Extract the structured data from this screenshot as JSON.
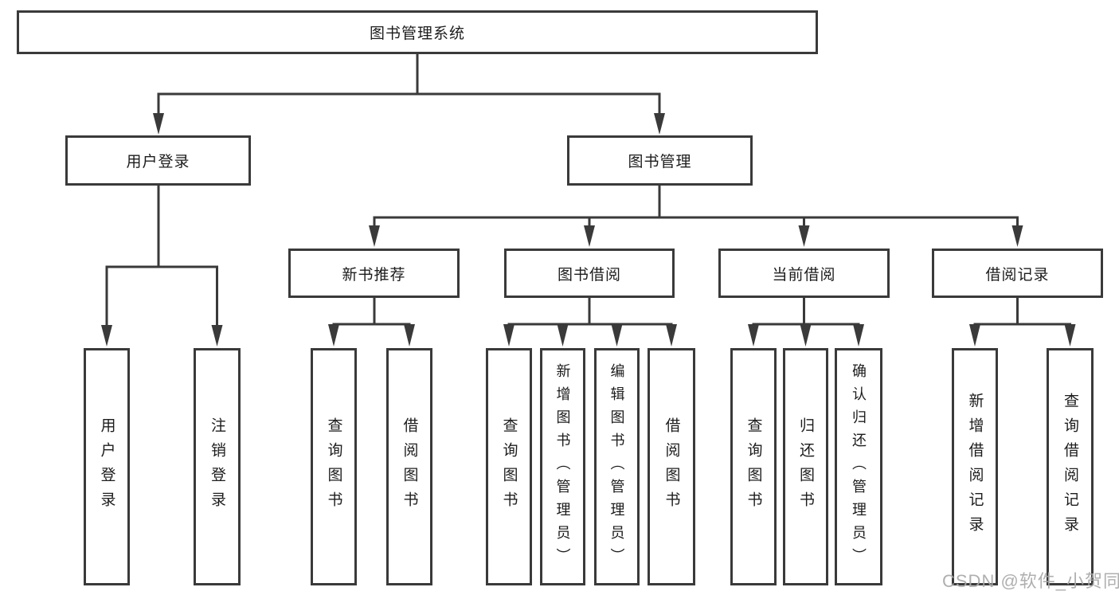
{
  "diagram": {
    "type": "hierarchy-tree",
    "nodes": {
      "root": {
        "label": "图书管理系统"
      },
      "user_login_group": {
        "label": "用户登录"
      },
      "book_mgmt": {
        "label": "图书管理"
      },
      "new_book_rec": {
        "label": "新书推荐"
      },
      "book_borrow": {
        "label": "图书借阅"
      },
      "current_borrow": {
        "label": "当前借阅"
      },
      "borrow_record": {
        "label": "借阅记录"
      },
      "user_login": {
        "label": "用户登录"
      },
      "logout": {
        "label": "注销登录"
      },
      "nb_query_book": {
        "label": "查询图书"
      },
      "nb_borrow_book": {
        "label": "借阅图书"
      },
      "bb_query_book": {
        "label": "查询图书"
      },
      "bb_add_book": {
        "label": "新增图书（管理员）"
      },
      "bb_edit_book": {
        "label": "编辑图书（管理员）"
      },
      "bb_borrow_book": {
        "label": "借阅图书"
      },
      "cb_query_book": {
        "label": "查询图书"
      },
      "cb_return_book": {
        "label": "归还图书"
      },
      "cb_confirm_return": {
        "label": "确认归还（管理员）"
      },
      "br_add_record": {
        "label": "新增借阅记录"
      },
      "br_query_record": {
        "label": "查询借阅记录"
      }
    },
    "edges": [
      {
        "from": "root",
        "to": "user_login_group"
      },
      {
        "from": "root",
        "to": "book_mgmt"
      },
      {
        "from": "user_login_group",
        "to": "user_login"
      },
      {
        "from": "user_login_group",
        "to": "logout"
      },
      {
        "from": "book_mgmt",
        "to": "new_book_rec"
      },
      {
        "from": "book_mgmt",
        "to": "book_borrow"
      },
      {
        "from": "book_mgmt",
        "to": "current_borrow"
      },
      {
        "from": "book_mgmt",
        "to": "borrow_record"
      },
      {
        "from": "new_book_rec",
        "to": "nb_query_book"
      },
      {
        "from": "new_book_rec",
        "to": "nb_borrow_book"
      },
      {
        "from": "book_borrow",
        "to": "bb_query_book"
      },
      {
        "from": "book_borrow",
        "to": "bb_add_book"
      },
      {
        "from": "book_borrow",
        "to": "bb_edit_book"
      },
      {
        "from": "book_borrow",
        "to": "bb_borrow_book"
      },
      {
        "from": "current_borrow",
        "to": "cb_query_book"
      },
      {
        "from": "current_borrow",
        "to": "cb_return_book"
      },
      {
        "from": "current_borrow",
        "to": "cb_confirm_return"
      },
      {
        "from": "borrow_record",
        "to": "br_add_record"
      },
      {
        "from": "borrow_record",
        "to": "br_query_record"
      }
    ],
    "colors": {
      "line": "#3a3a3a",
      "box_border": "#3a3a3a",
      "box_fill": "#ffffff",
      "text": "#1c1c1c",
      "background": "#ffffff",
      "watermark": "#a8a8a8"
    }
  },
  "watermark": {
    "text": "CSDN @软件_小贺同学"
  }
}
